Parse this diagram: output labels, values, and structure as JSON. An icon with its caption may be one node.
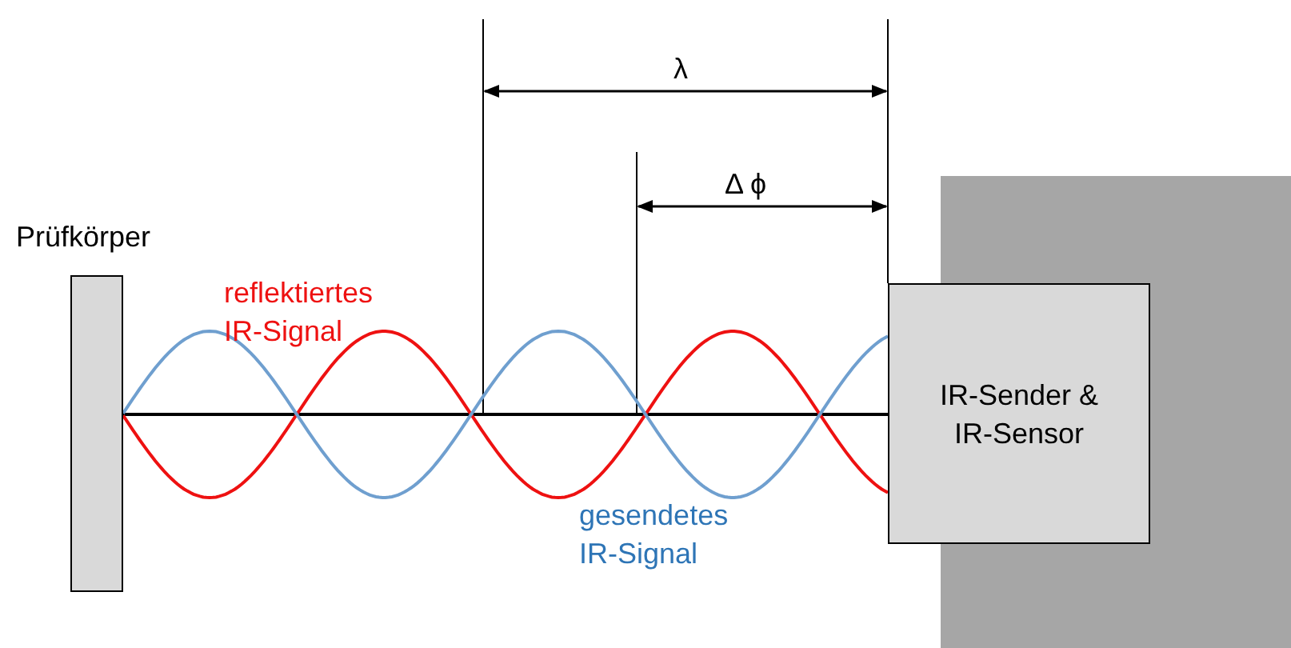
{
  "diagram": {
    "nodes": [
      {
        "text": [
          "Prüfkörper"
        ]
      },
      {
        "text": [
          "IR-Sender & IR-Sensor"
        ]
      }
    ],
    "edges": [
      {
        "from": 0,
        "to": 1,
        "arrow": "none"
      }
    ],
    "labels": [
      "λ",
      "Δ ϕ",
      "reflektiertes IR-Signal",
      "gesendetes IR-Signal"
    ]
  }
}
